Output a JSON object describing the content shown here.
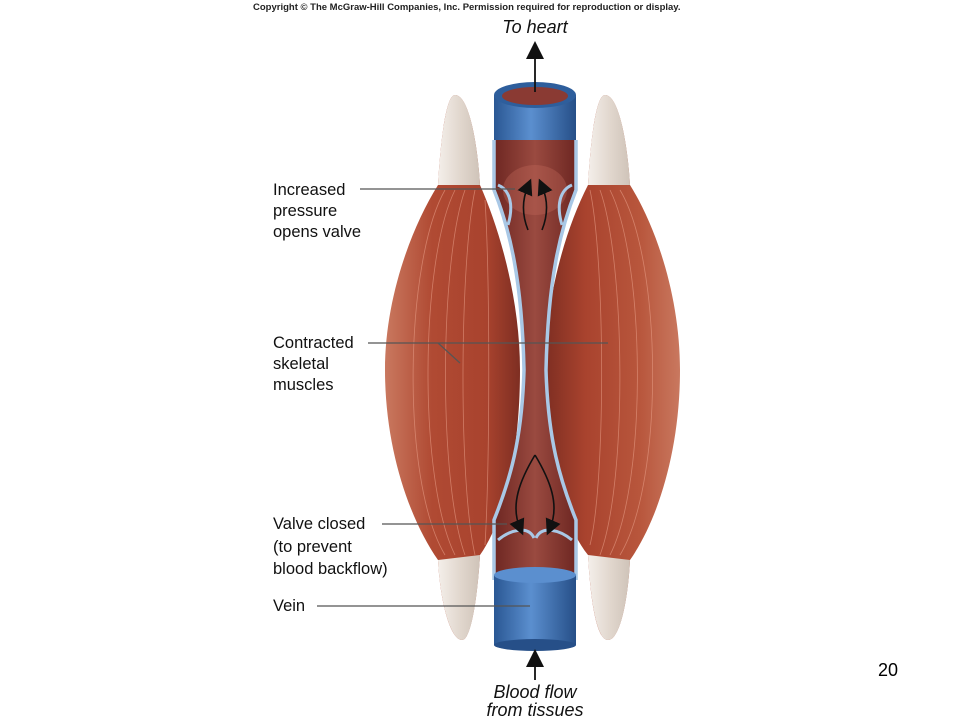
{
  "copyright": "Copyright © The McGraw-Hill Companies, Inc. Permission required for reproduction or display.",
  "labels": {
    "to_heart": "To heart",
    "increased_pressure": [
      "Increased",
      "pressure",
      "opens valve"
    ],
    "contracted_muscles": [
      "Contracted",
      "skeletal",
      "muscles"
    ],
    "valve_closed": [
      "Valve closed",
      "(to prevent",
      "blood backflow)"
    ],
    "vein": "Vein",
    "blood_flow": [
      "Blood flow",
      "from tissues"
    ]
  },
  "page_number": "20",
  "colors": {
    "muscle": "#b4523a",
    "muscle_light": "#d9826a",
    "tendon": "#e8e0d8",
    "vein_blue": "#3c6fb0",
    "vein_wall": "#a9c8e6",
    "blood": "#8e3b33"
  }
}
